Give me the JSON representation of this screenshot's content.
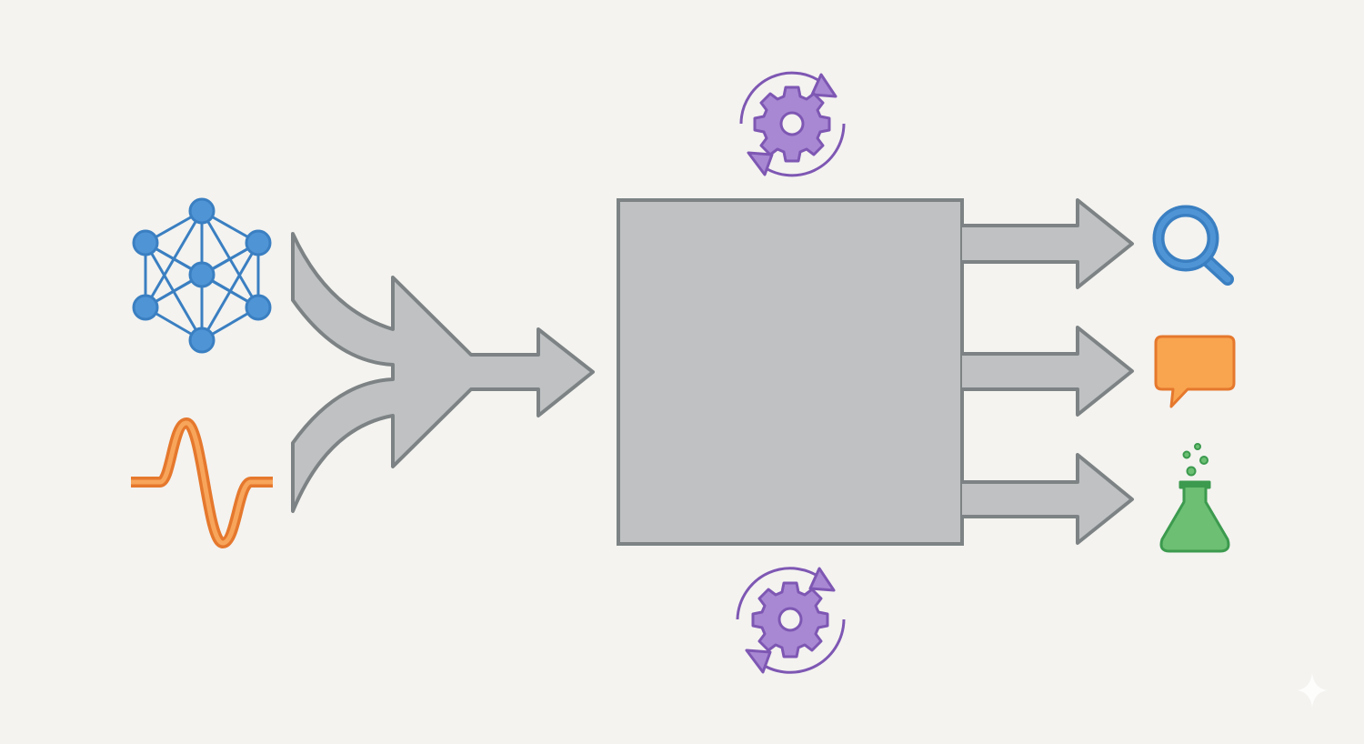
{
  "diagram": {
    "colors": {
      "background": "#f4f3f0",
      "shape_fill": "#bfc1c3",
      "shape_stroke": "#7d8384",
      "network": "#3a7fc1",
      "network_fill": "#4f95d6",
      "signal": "#e5782d",
      "signal_fill": "#f7a55a",
      "gear": "#7e57b3",
      "gear_fill": "#a888d3",
      "search": "#3a7fc1",
      "chat": "#e5782d",
      "chat_fill": "#f9a54f",
      "flask": "#3c9a4e",
      "flask_fill": "#6cbf73"
    },
    "inputs": [
      {
        "icon": "neural-network-icon"
      },
      {
        "icon": "signal-waveform-icon"
      }
    ],
    "processor": {
      "icon": "processing-box"
    },
    "cycles": [
      {
        "icon": "gear-cycle-icon",
        "position": "top"
      },
      {
        "icon": "gear-cycle-icon",
        "position": "bottom"
      }
    ],
    "outputs": [
      {
        "icon": "magnifier-icon"
      },
      {
        "icon": "chat-bubble-icon"
      },
      {
        "icon": "flask-icon"
      }
    ]
  }
}
